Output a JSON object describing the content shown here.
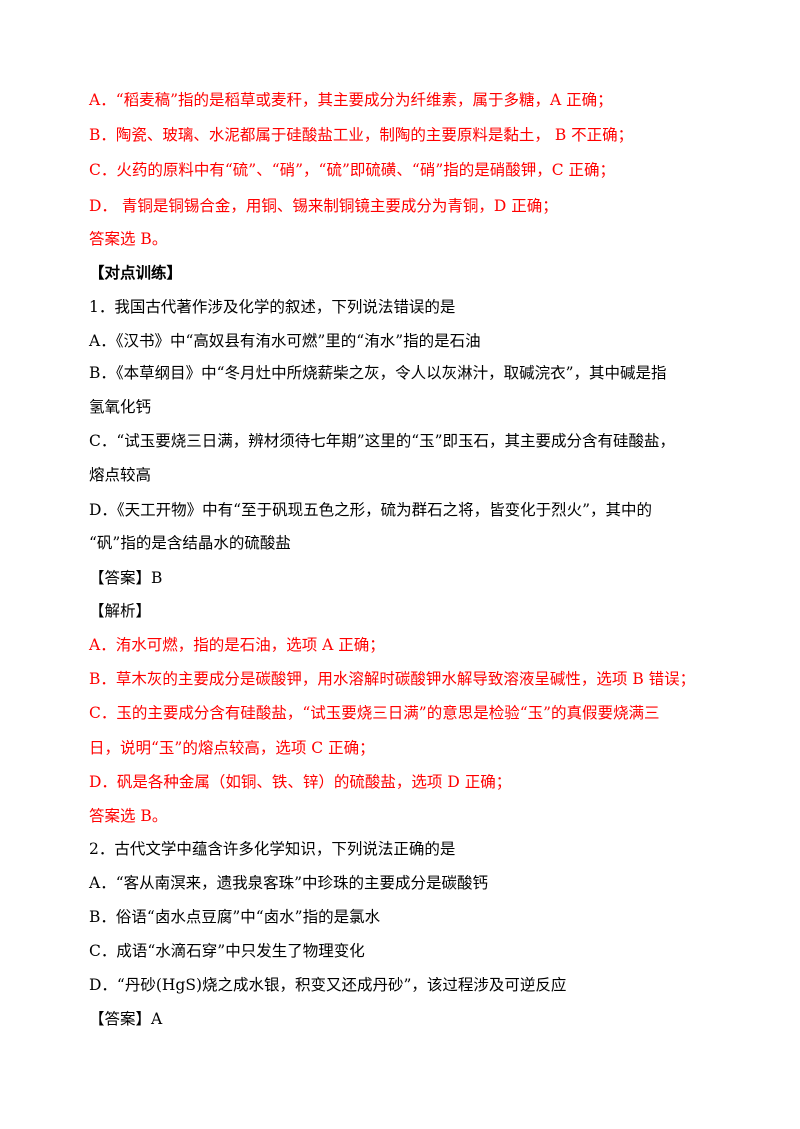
{
  "colors": {
    "answer_red": "#ff0000",
    "text": "#000000"
  },
  "lines": [
    "A．“稻麦稿”指的是稻草或麦秆，其主要成分为纤维素，属于多糖，A 正确；",
    "B．陶瓷、玻璃、水泥都属于硅酸盐工业，制陶的主要原料是黏土， B 不正确；",
    "C．火药的原料中有“硫”、“硝”，“硫”即硫磺、“硝”指的是硝酸钾，C 正确；",
    "D． 青铜是铜锡合金，用铜、锡来制铜镜主要成分为青铜，D 正确；",
    "答案选 B。",
    "【对点训练】",
    "1．我国古代著作涉及化学的叙述，下列说法错误的是",
    "A．《汉书》中“高奴县有洧水可燃”里的“洧水”指的是石油",
    "B．《本草纲目》中“冬月灶中所烧薪柴之灰，令人以灰淋汁，取碱浣衣”，其中碱是指",
    "氢氧化钙",
    "C．“试玉要烧三日满，辨材须待七年期”这里的“玉”即玉石，其主要成分含有硅酸盐，",
    "熔点较高",
    "D．《天工开物》中有“至于矾现五色之形，硫为群石之将，皆变化于烈火”，其中的",
    "“矾”指的是含结晶水的硫酸盐",
    "【答案】B",
    "【解析】",
    "A．洧水可燃，指的是石油，选项 A 正确；",
    "B．草木灰的主要成分是碳酸钾，用水溶解时碳酸钾水解导致溶液呈碱性，选项 B 错误；",
    "C．玉的主要成分含有硅酸盐，“试玉要烧三日满”的意思是检验“玉”的真假要烧满三",
    "日，说明“玉”的熔点较高，选项 C 正确；",
    "D．矾是各种金属（如铜、铁、锌）的硫酸盐，选项 D 正确；",
    "答案选 B。",
    "2．古代文学中蕴含许多化学知识，下列说法正确的是",
    "A．“客从南溟来，遗我泉客珠”中珍珠的主要成分是碳酸钙",
    "B．俗语“卤水点豆腐”中“卤水”指的是氯水",
    "C．成语“水滴石穿”中只发生了物理变化",
    "D．“丹砂(HgS)烧之成水银，积变又还成丹砂”，该过程涉及可逆反应",
    "【答案】A"
  ]
}
